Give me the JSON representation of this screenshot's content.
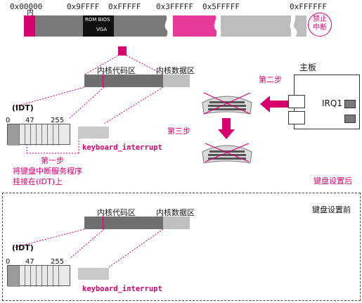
{
  "memory_map": {
    "addresses": [
      "0x00000",
      "0x9FFFF",
      "0xFFFFF",
      "0x3FFFFF",
      "0x5FFFFF",
      "0xFFFFFF"
    ],
    "kernel_label": "内核",
    "rom_bios_label": "ROM BIOS",
    "vga_label": "VGA",
    "forbid_interrupt": "禁止中断"
  },
  "after": {
    "kernel_code": "内核代码区",
    "kernel_data": "内核数据区",
    "idt": "(IDT)",
    "idt_indices": [
      "0",
      "47",
      "255"
    ],
    "handler": "keyboard_interrupt",
    "step1_title": "第一步",
    "step1_desc_1": "将键盘中断服务程序",
    "step1_desc_2": "挂接在(IDT)上",
    "step2": "第二步",
    "step3": "第三步",
    "motherboard": "主板",
    "irq": "IRQ1",
    "caption": "键盘设置后"
  },
  "before": {
    "caption": "键盘设置前",
    "kernel_code": "内核代码区",
    "kernel_data": "内核数据区",
    "idt": "(IDT)",
    "idt_indices": [
      "0",
      "47",
      "255"
    ],
    "handler": "keyboard_interrupt"
  },
  "colors": {
    "accent": "#d6006f",
    "dark_gray": "#6f6f6f",
    "light_gray": "#bfbfbf",
    "black": "#111111"
  }
}
